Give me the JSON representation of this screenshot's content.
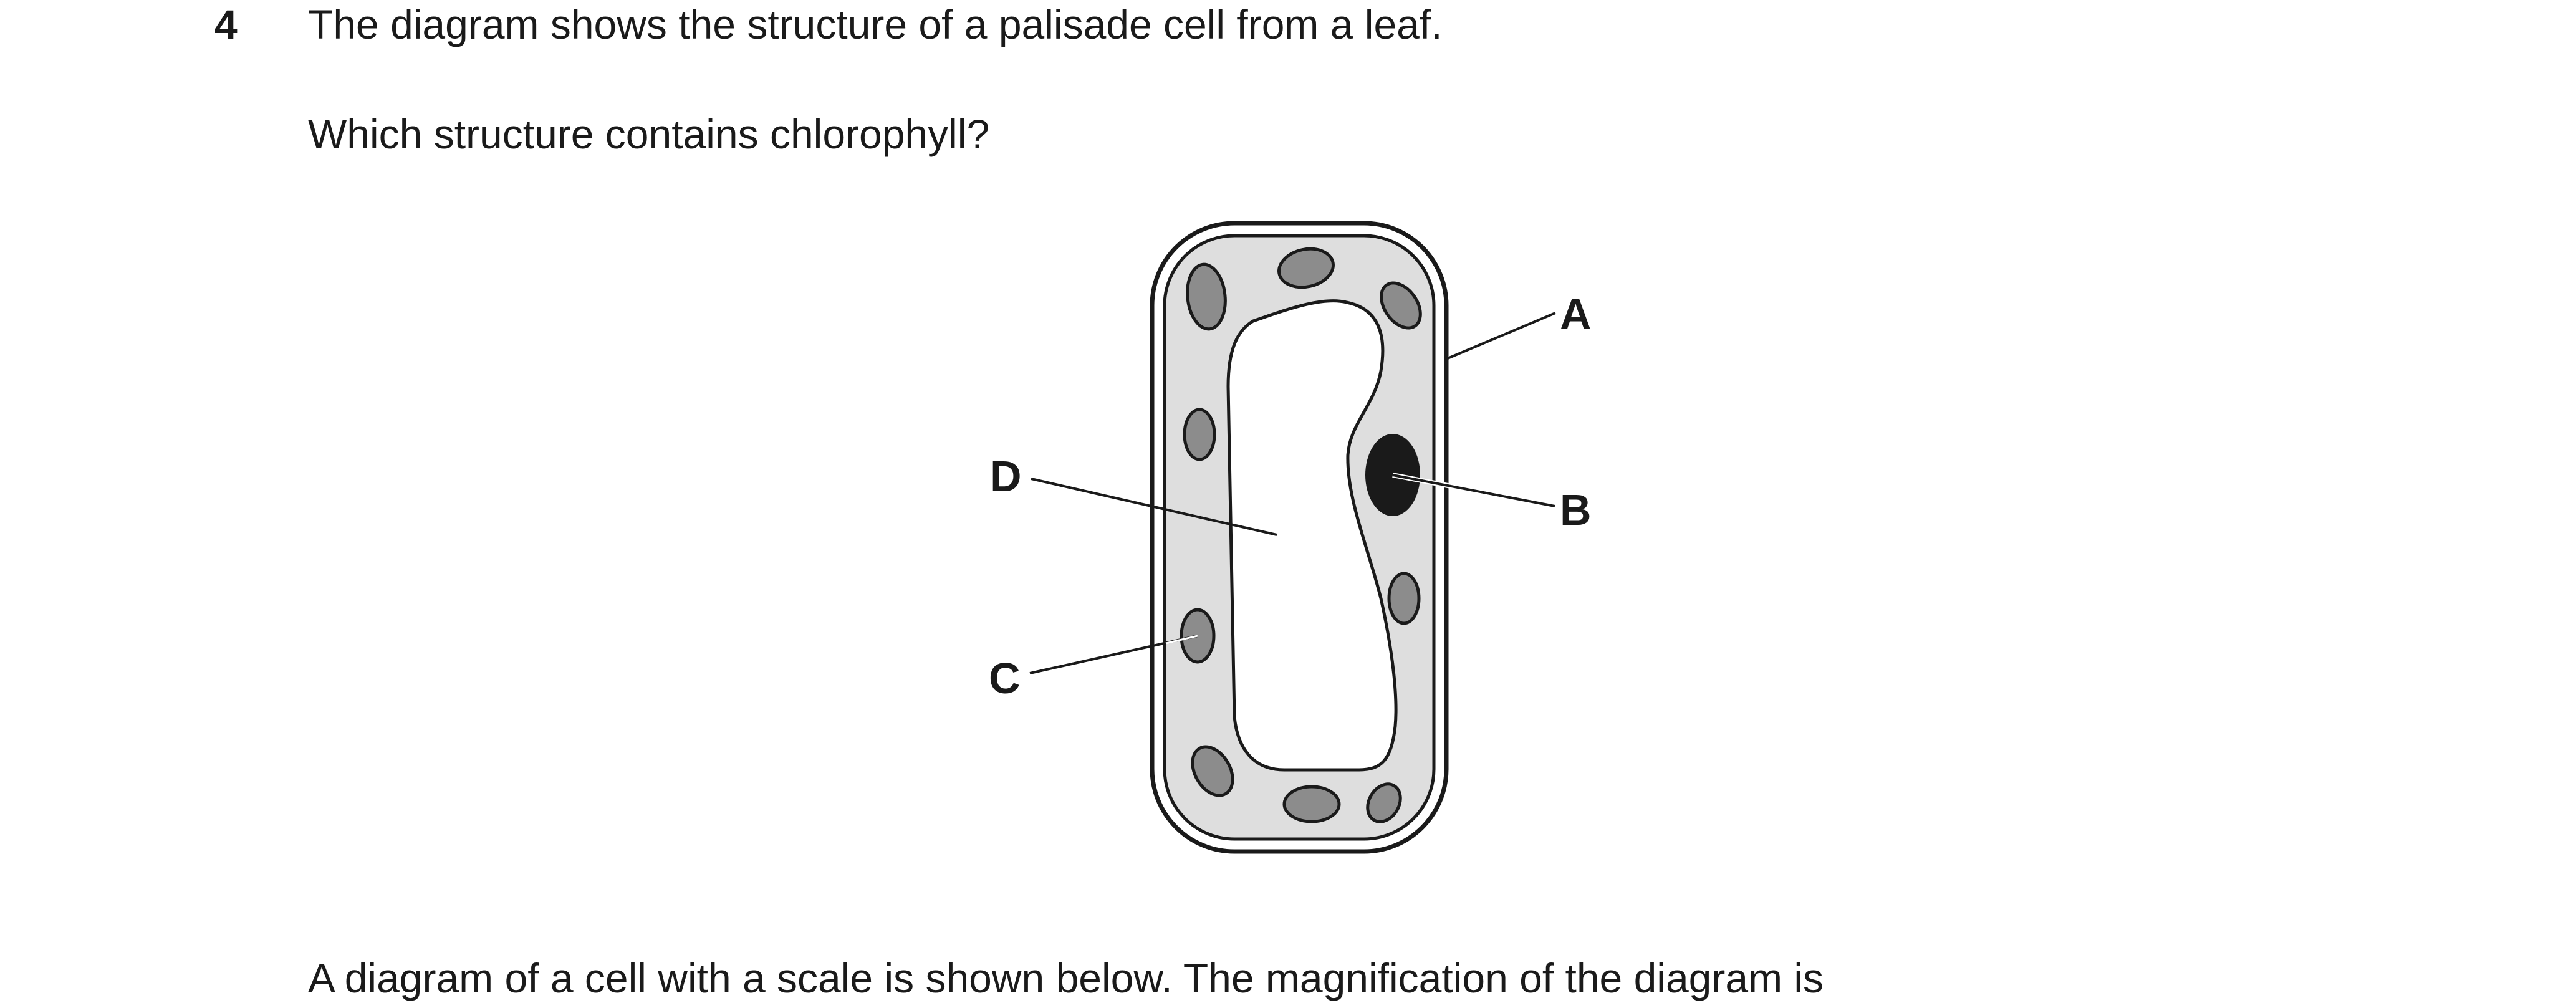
{
  "question": {
    "number": "4",
    "stem": "The diagram shows the structure of a palisade cell from a leaf.",
    "prompt": "Which structure contains chlorophyll?"
  },
  "diagram": {
    "labels": {
      "a": "A",
      "b": "B",
      "c": "C",
      "d": "D"
    },
    "colors": {
      "outline": "#1a1a1a",
      "cytoplasm": "#dedede",
      "chloroplast": "#8c8c8c",
      "nucleus": "#1a1a1a",
      "vacuole": "#ffffff"
    }
  },
  "next_item_partial_text": "A diagram of a cell with a scale is shown below. The magnification of the diagram is"
}
